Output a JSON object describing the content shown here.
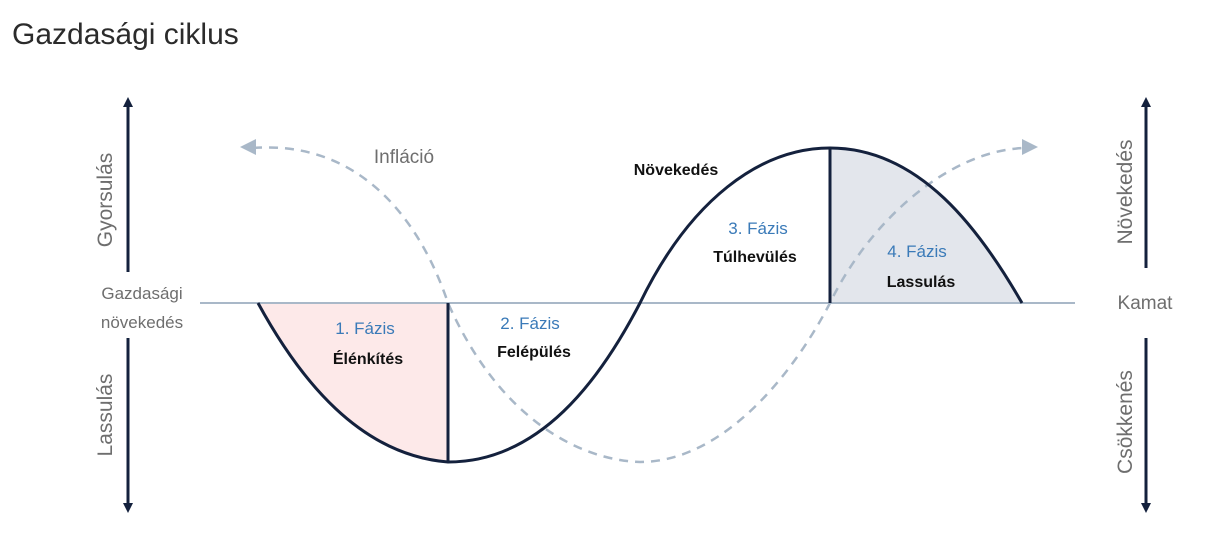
{
  "title": "Gazdasági ciklus",
  "left_axis": {
    "top_label": "Gyorsulás",
    "center_label_line1": "Gazdasági",
    "center_label_line2": "növekedés",
    "bottom_label": "Lassulás"
  },
  "right_axis": {
    "top_label": "Növekedés",
    "center_label": "Kamat",
    "bottom_label": "Csökkenés"
  },
  "curves": {
    "growth_peak_label": "Növekedés",
    "inflation_label": "Infláció"
  },
  "phases": [
    {
      "number": "1.  Fázis",
      "name": "Élénkítés"
    },
    {
      "number": "2.  Fázis",
      "name": "Felépülés"
    },
    {
      "number": "3.  Fázis",
      "name": "Túlhevülés"
    },
    {
      "number": "4.  Fázis",
      "name": "Lassulás"
    }
  ],
  "colors": {
    "main_curve": "#14213d",
    "dashed_curve": "#a9b8c8",
    "baseline": "#a9b8c8",
    "phase1_fill": "#fde9e9",
    "phase4_fill": "#e3e6ec",
    "phase_text": "#3a7ab8",
    "arrow": "#14213d"
  }
}
